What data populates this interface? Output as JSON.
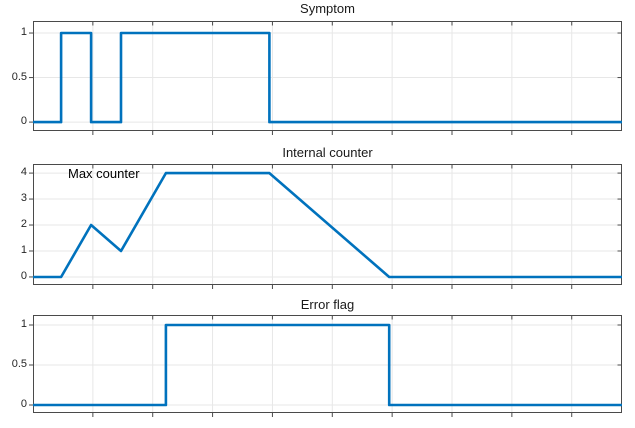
{
  "figure": {
    "background": "#ffffff",
    "line_color": "#0072BD",
    "axis_color": "#4a4a4a",
    "grid_color": "#e7e7e7",
    "label_color": "#262626"
  },
  "chart_data": [
    {
      "type": "line",
      "title": "Symptom",
      "x": [
        0,
        0.47,
        0.47,
        0.97,
        0.97,
        1.47,
        1.47,
        3.95,
        3.95,
        9.84
      ],
      "y": [
        0,
        0,
        1,
        1,
        0,
        0,
        1,
        1,
        0,
        0
      ],
      "xlim": [
        0,
        9.84
      ],
      "ylim": [
        -0.1,
        1.135
      ],
      "xticks": [
        1,
        2,
        3,
        4,
        5,
        6,
        7,
        8,
        9
      ],
      "xtick_labels": [],
      "yticks": [
        0,
        0.5,
        1
      ],
      "ytick_labels": [
        "0",
        "0.5",
        "1"
      ],
      "grid": true,
      "legend": null,
      "line_color": "#0072BD",
      "annotation": null
    },
    {
      "type": "line",
      "title": "Internal counter",
      "x": [
        0,
        0.47,
        0.97,
        1.47,
        2.22,
        3.95,
        5.95,
        9.84
      ],
      "y": [
        0,
        0,
        2,
        1,
        4,
        4,
        0,
        0
      ],
      "xlim": [
        0,
        9.84
      ],
      "ylim": [
        -0.31,
        4.35
      ],
      "xticks": [
        1,
        2,
        3,
        4,
        5,
        6,
        7,
        8,
        9
      ],
      "xtick_labels": [],
      "yticks": [
        0,
        1,
        2,
        3,
        4
      ],
      "ytick_labels": [
        "0",
        "1",
        "2",
        "3",
        "4"
      ],
      "grid": true,
      "legend": null,
      "line_color": "#0072BD",
      "annotation": "Max counter"
    },
    {
      "type": "line",
      "title": "Error flag",
      "x": [
        0,
        2.22,
        2.22,
        5.95,
        5.95,
        9.84
      ],
      "y": [
        0,
        0,
        1,
        1,
        0,
        0
      ],
      "xlim": [
        0,
        9.84
      ],
      "ylim": [
        -0.1,
        1.125
      ],
      "xticks": [
        1,
        2,
        3,
        4,
        5,
        6,
        7,
        8,
        9
      ],
      "xtick_labels": [],
      "yticks": [
        0,
        0.5,
        1
      ],
      "ytick_labels": [
        "0",
        "0.5",
        "1"
      ],
      "grid": true,
      "legend": null,
      "line_color": "#0072BD",
      "annotation": null
    }
  ]
}
